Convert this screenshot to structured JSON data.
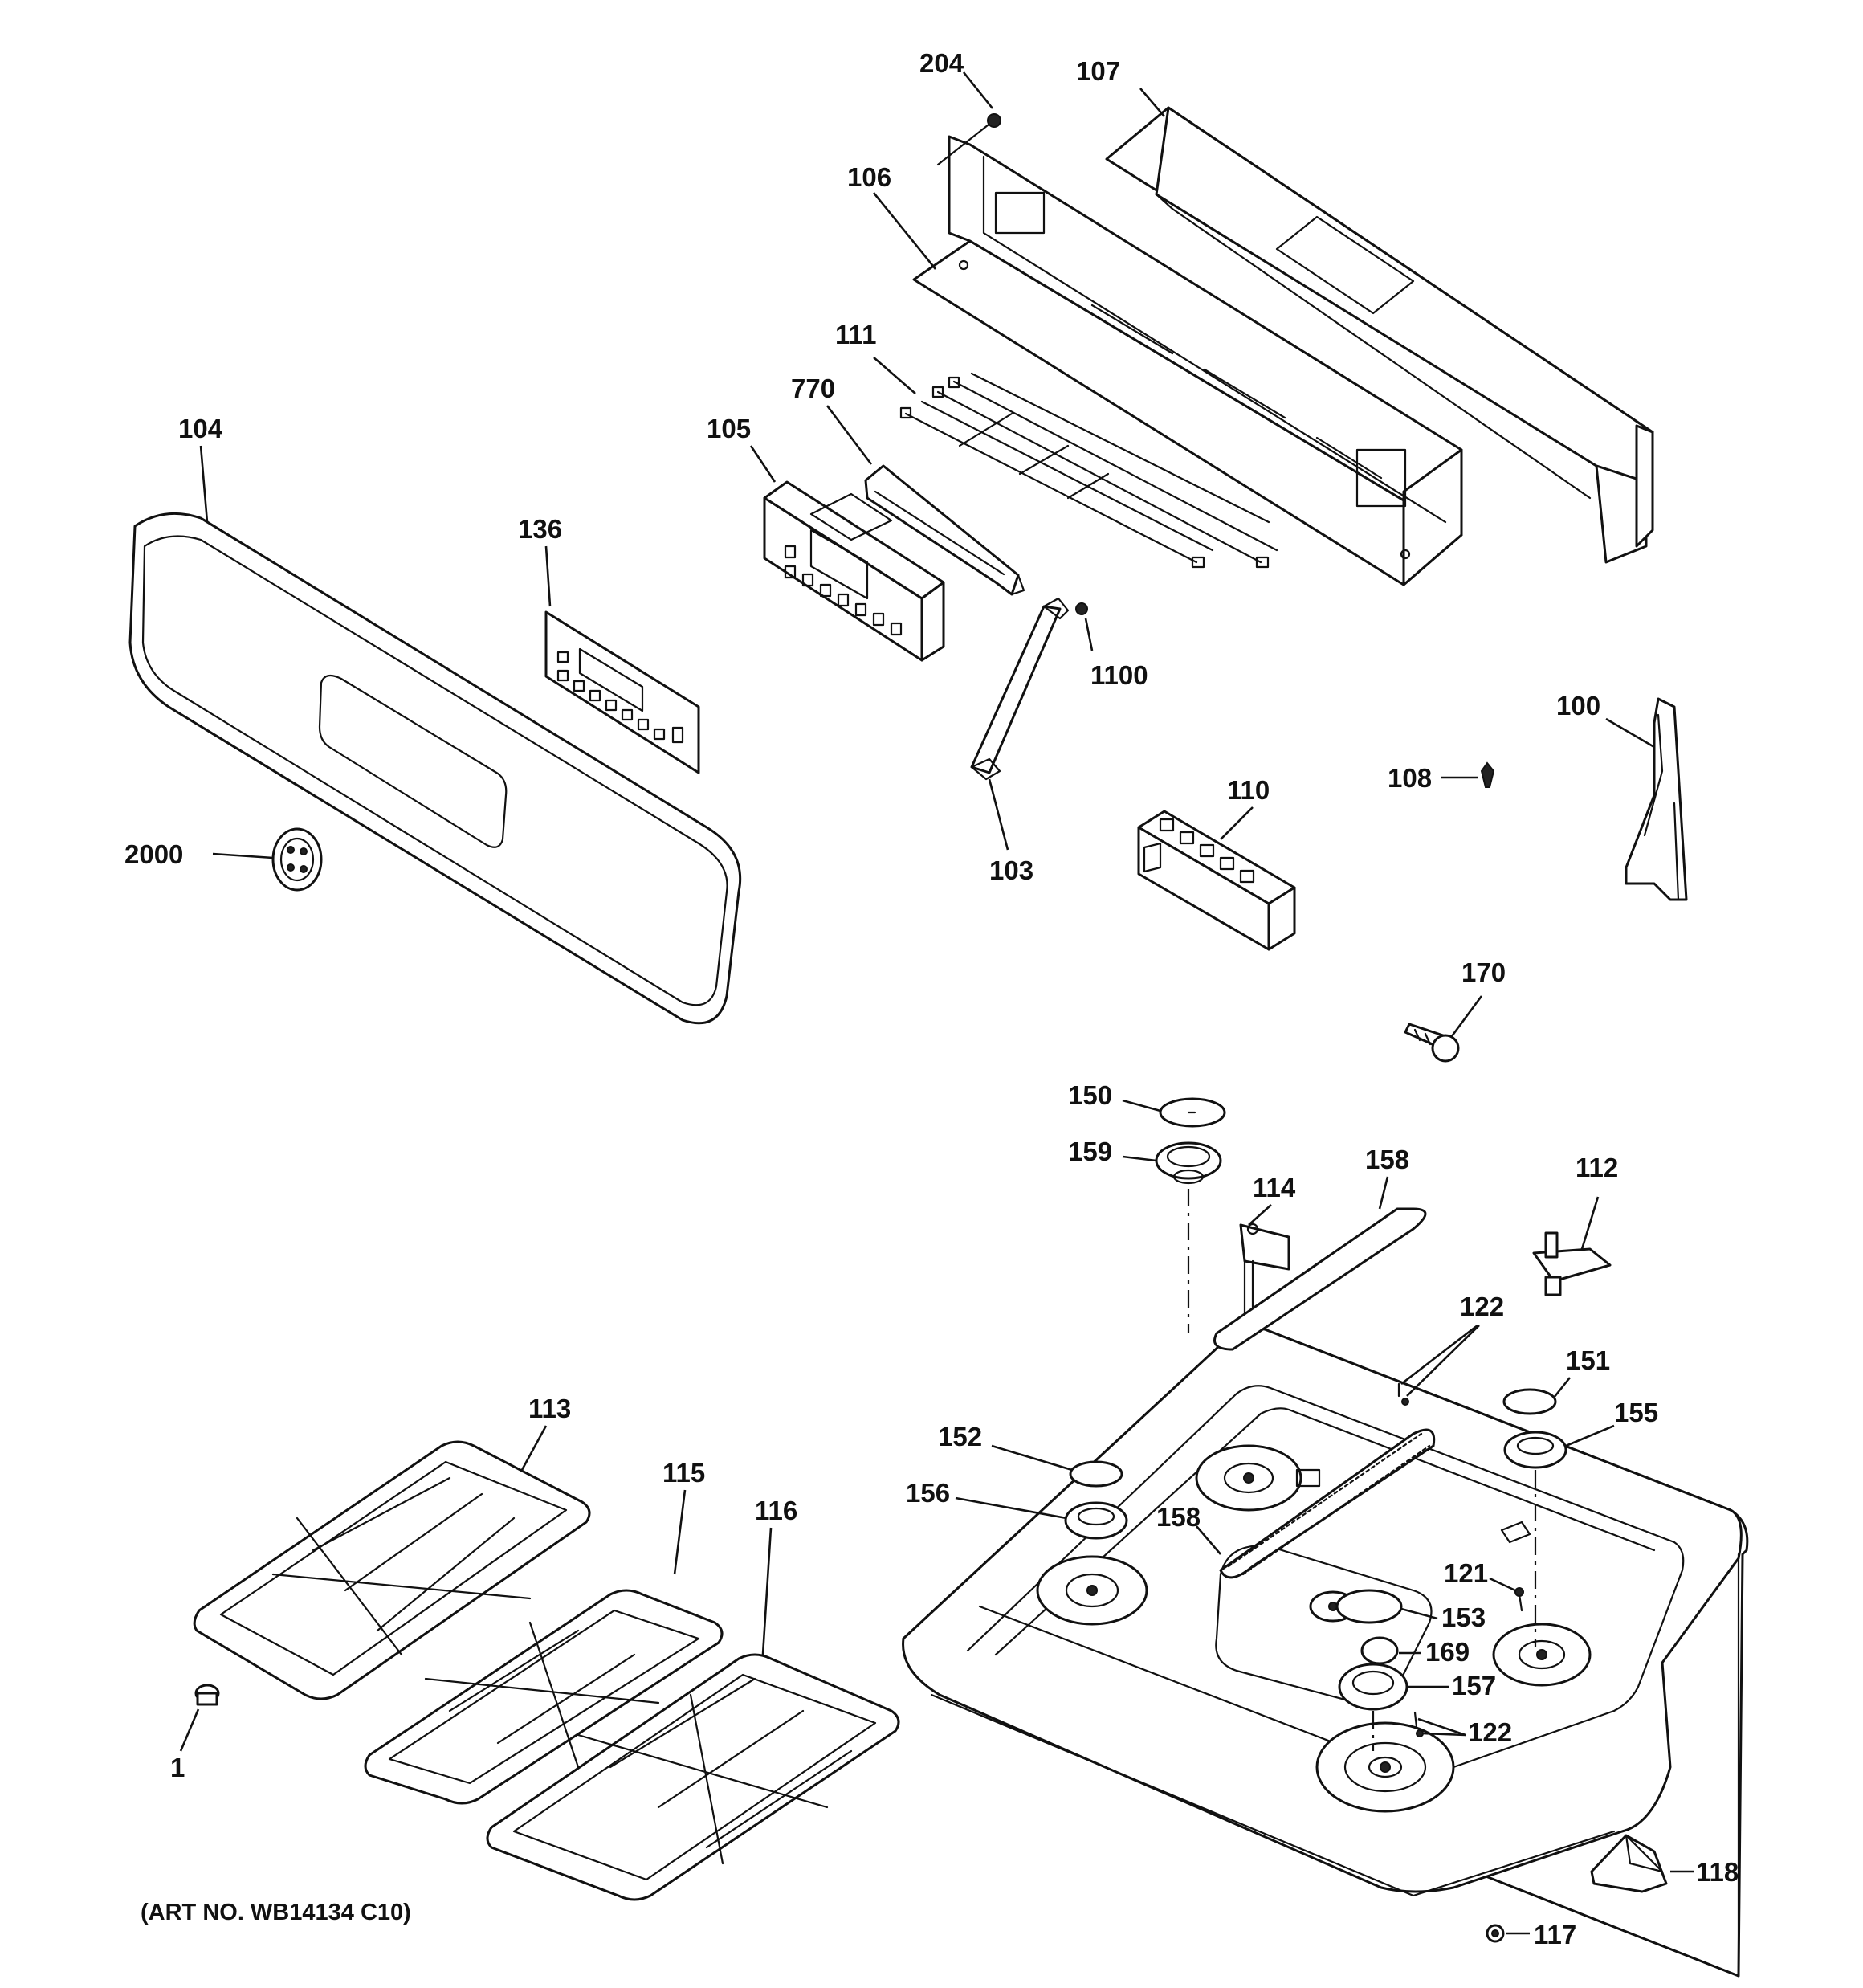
{
  "diagram": {
    "labels": {
      "p204": "204",
      "p107": "107",
      "p106": "106",
      "p111": "111",
      "p770": "770",
      "p105": "105",
      "p104": "104",
      "p136": "136",
      "p1100": "1100",
      "p100": "100",
      "p108": "108",
      "p110": "110",
      "p103": "103",
      "p2000": "2000",
      "p170": "170",
      "p150": "150",
      "p159": "159",
      "p158a": "158",
      "p114": "114",
      "p112": "112",
      "p122a": "122",
      "p151": "151",
      "p155": "155",
      "p152": "152",
      "p156": "156",
      "p158b": "158",
      "p121": "121",
      "p153": "153",
      "p169": "169",
      "p157": "157",
      "p122b": "122",
      "p113": "113",
      "p115": "115",
      "p116": "116",
      "p1": "1",
      "p118": "118",
      "p117": "117"
    },
    "art_number": "(ART NO. WB14134 C10)"
  }
}
